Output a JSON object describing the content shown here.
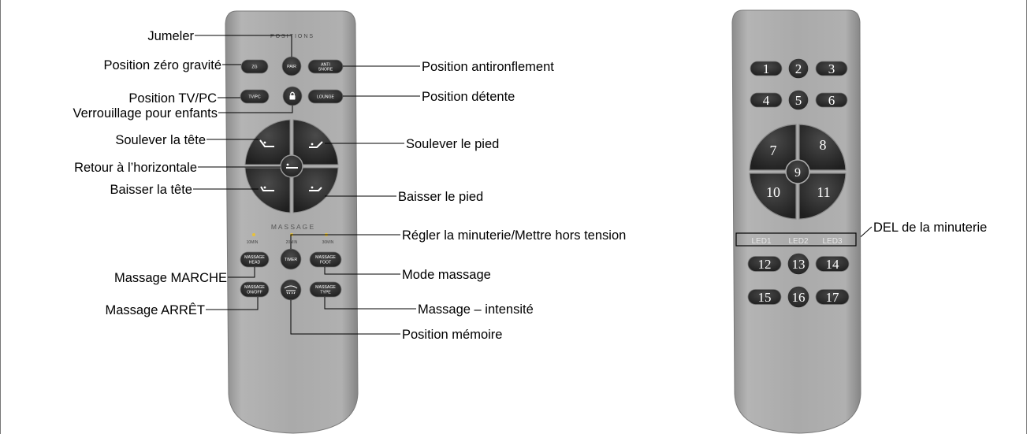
{
  "remote1": {
    "header": "POSITIONS",
    "massage_header": "M A S S A G E",
    "timers": [
      "10MIN",
      "20MIN",
      "30MIN"
    ],
    "buttons": {
      "zg": "ZG",
      "pair": "PAIR",
      "anti_snore": [
        "ANTI",
        "SNORE"
      ],
      "tvpc": "TV/PC",
      "lounge": "LOUNGE",
      "timer": "TIMER",
      "massage_head": [
        "MASSAGE",
        "HEAD"
      ],
      "massage_foot": [
        "MASSAGE",
        "FOOT"
      ],
      "massage_onoff": [
        "MASSAGE",
        "ON/OFF"
      ],
      "massage_type": [
        "MASSAGE",
        "TYPE"
      ]
    }
  },
  "labels": {
    "jumeler": "Jumeler",
    "zero_gravity": "Position zéro gravité",
    "tvpc": "Position TV/PC",
    "child_lock": "Verrouillage pour enfants",
    "head_up": "Soulever la tête",
    "flat": "Retour à l’horizontale",
    "head_down": "Baisser la tête",
    "massage_on": "Massage MARCHE",
    "massage_off": "Massage ARRÊT",
    "anti_snore": "Position antironflement",
    "lounge": "Position détente",
    "foot_up": "Soulever le pied",
    "foot_down": "Baisser le pied",
    "timer": "Régler la minuterie/Mettre hors tension",
    "massage_mode": "Mode massage",
    "massage_intensity": "Massage – intensité",
    "memory": "Position mémoire",
    "led_timer": "DEL de la minuterie"
  },
  "remote2": {
    "buttons": [
      "1",
      "2",
      "3",
      "4",
      "5",
      "6",
      "7",
      "8",
      "9",
      "10",
      "11",
      "12",
      "13",
      "14",
      "15",
      "16",
      "17"
    ],
    "leds": [
      "LED1",
      "LED2",
      "LED3"
    ]
  },
  "colors": {
    "remote_body": "#a7a7a7",
    "button": "#2f2f2f",
    "leader_line": "#000000"
  }
}
